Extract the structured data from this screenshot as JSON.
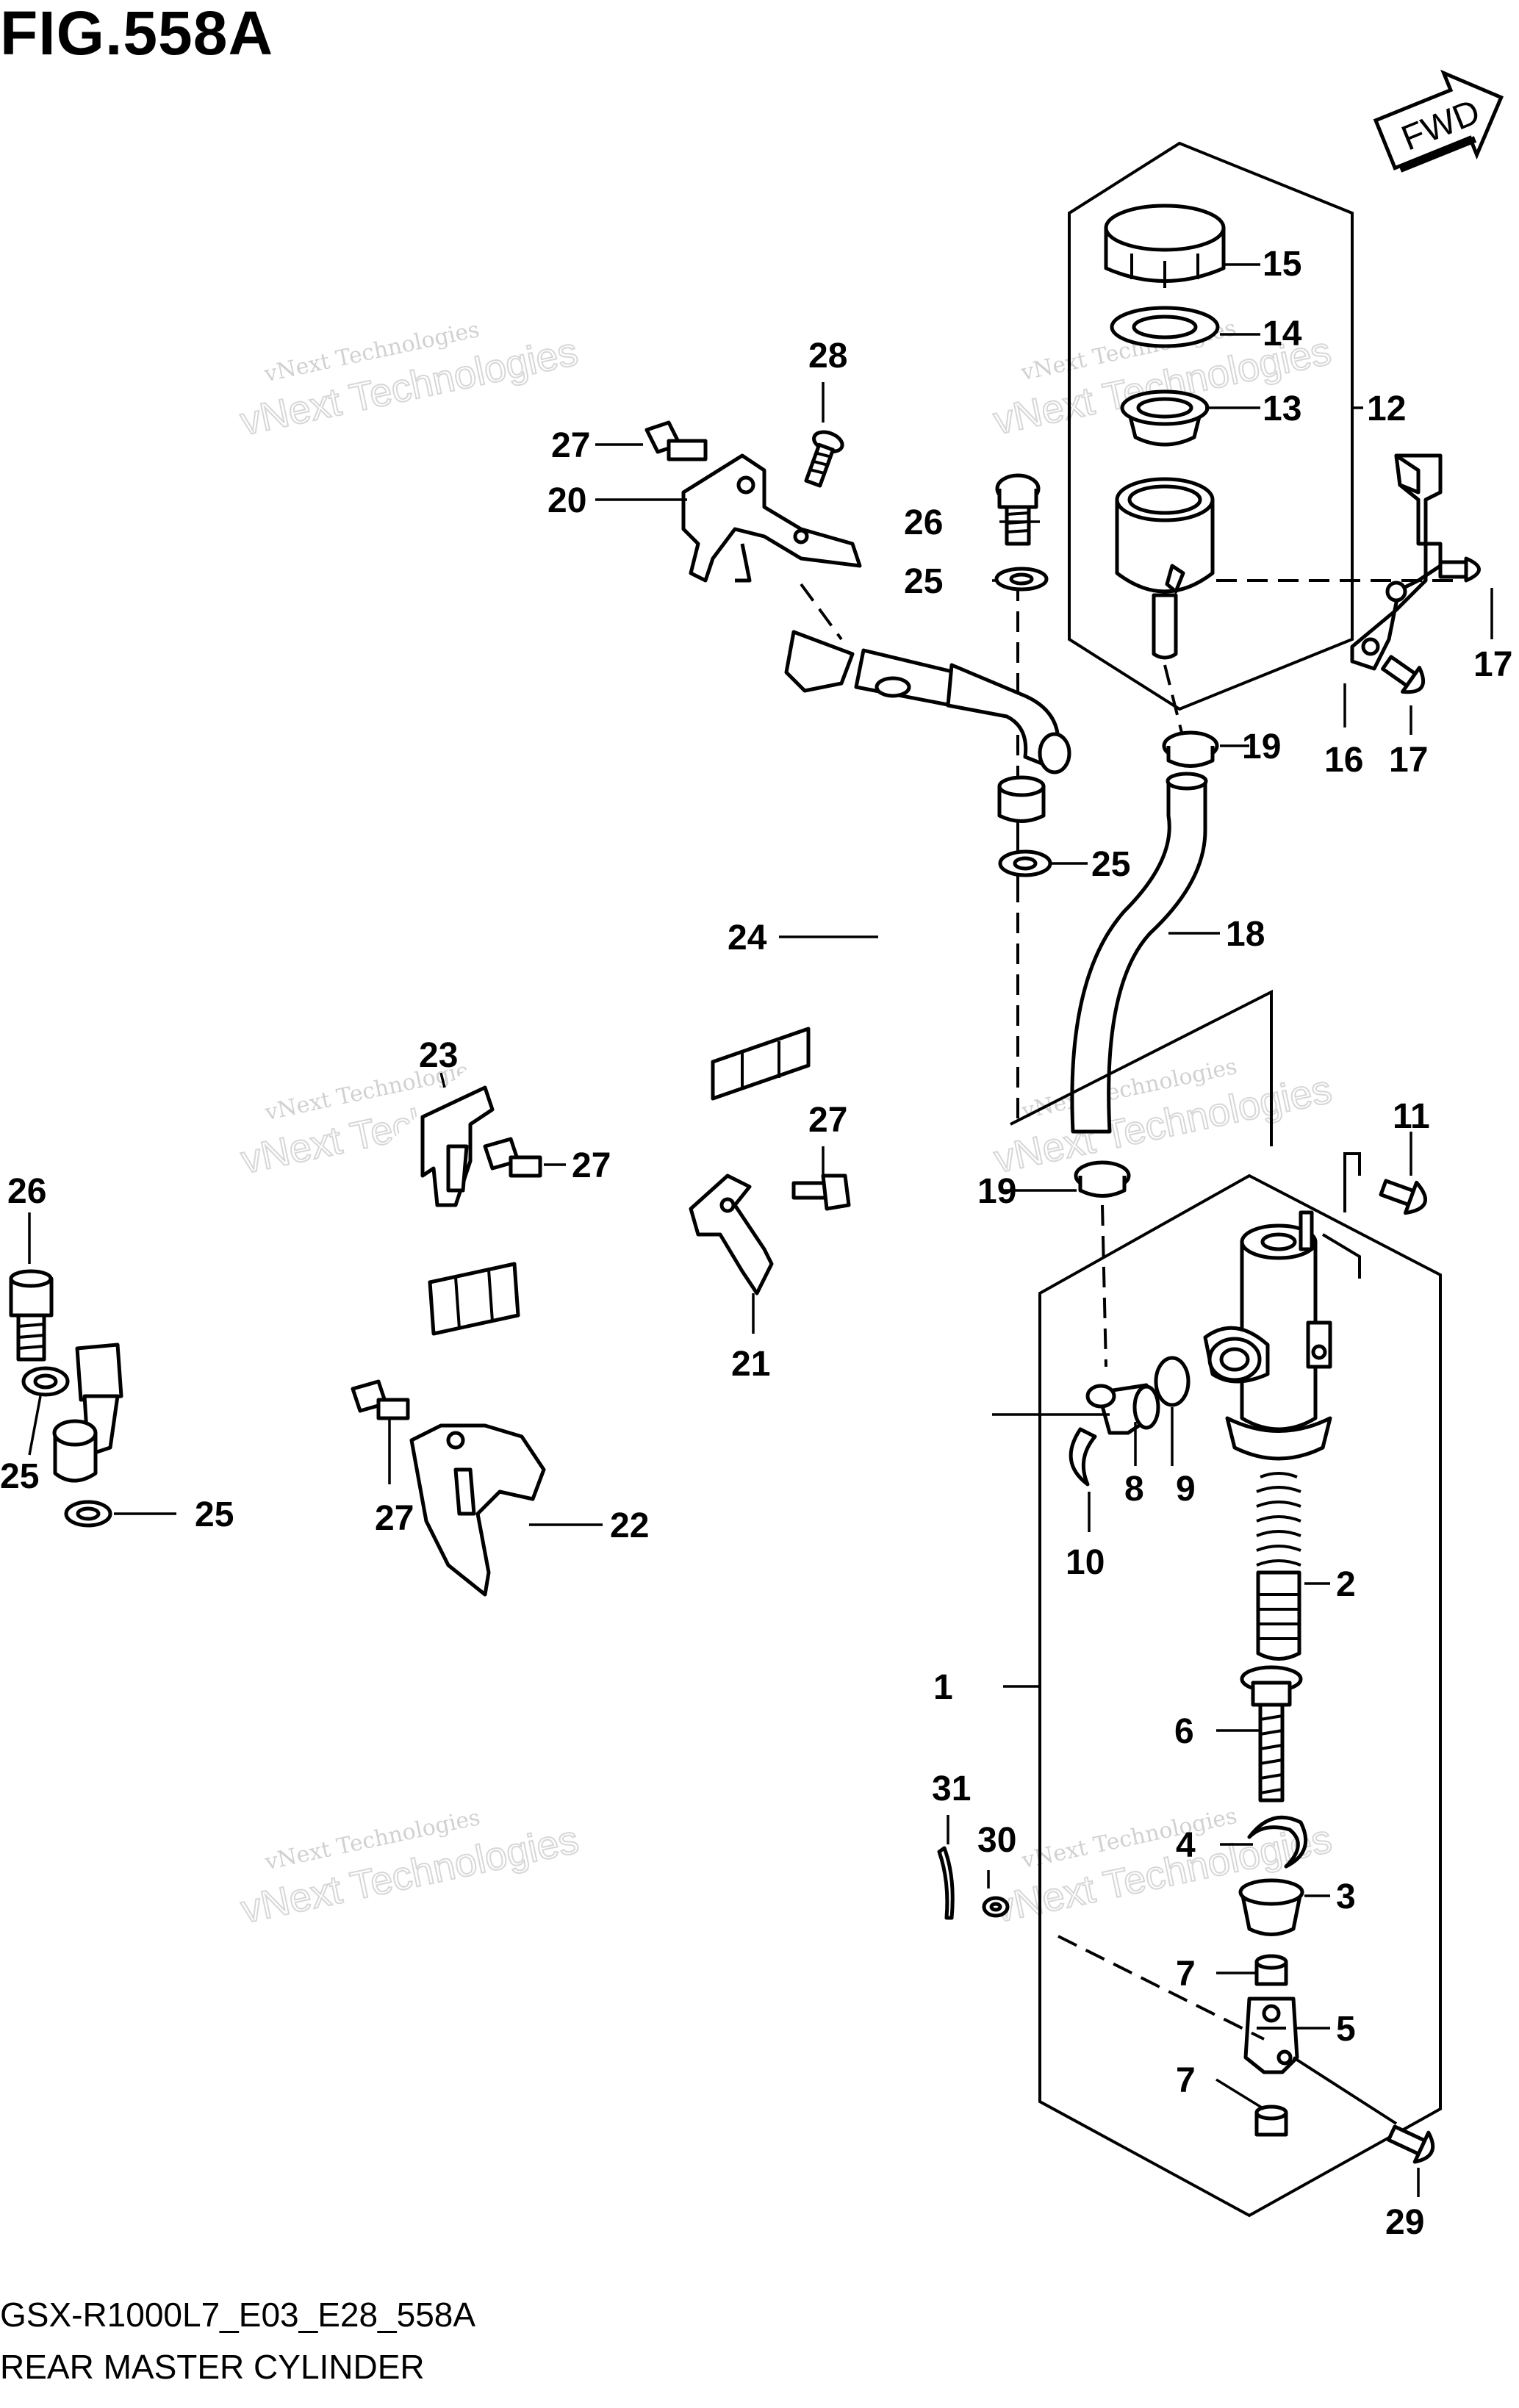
{
  "figure": {
    "title": "FIG.558A",
    "model_code": "GSX-R1000L7_E03_E28_558A",
    "name": "REAR MASTER CYLINDER",
    "direction_label": "FWD"
  },
  "watermark": {
    "small": "vNext Technologies",
    "large": "vNext Technologies"
  },
  "callouts": [
    "1",
    "2",
    "3",
    "4",
    "5",
    "6",
    "7",
    "7",
    "8",
    "9",
    "10",
    "11",
    "12",
    "13",
    "14",
    "15",
    "16",
    "17",
    "17",
    "18",
    "19",
    "19",
    "20",
    "21",
    "22",
    "23",
    "24",
    "25",
    "25",
    "25",
    "25",
    "26",
    "26",
    "27",
    "27",
    "27",
    "27",
    "28",
    "29",
    "30",
    "31"
  ]
}
